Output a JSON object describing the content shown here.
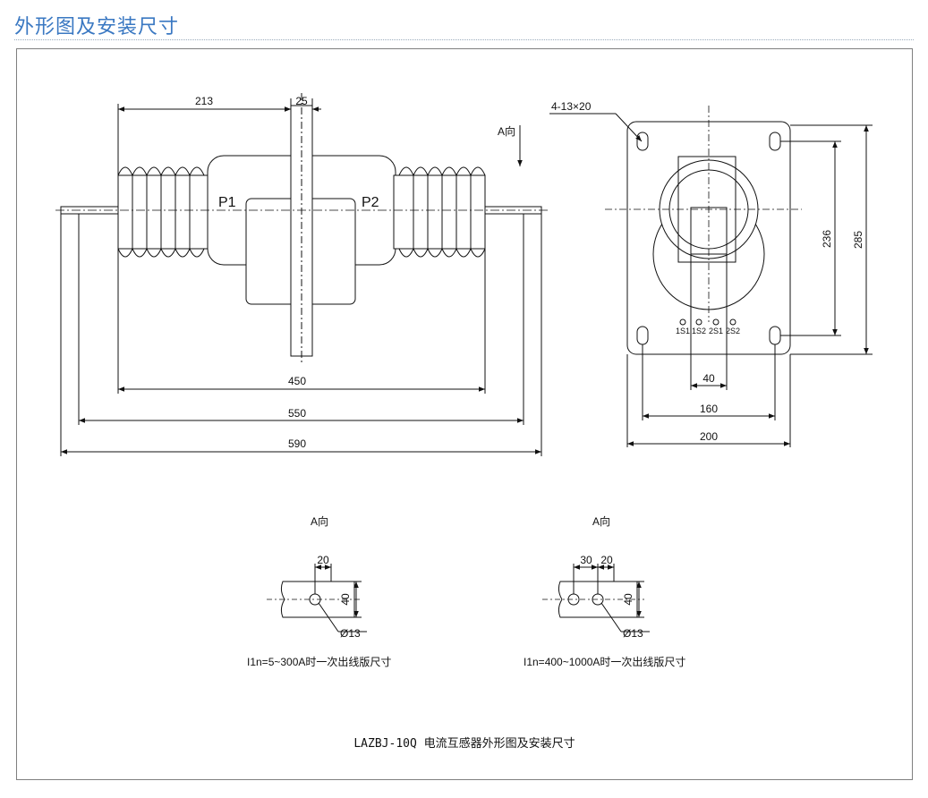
{
  "page": {
    "title": "外形图及安装尺寸"
  },
  "side_view": {
    "dim_213": "213",
    "dim_25": "25",
    "dim_450": "450",
    "dim_550": "550",
    "dim_590": "590",
    "label_p1": "P1",
    "label_p2": "P2",
    "direction_label": "A向"
  },
  "front_view": {
    "hole_spec": "4-13×20",
    "dim_236": "236",
    "dim_285": "285",
    "dim_40": "40",
    "dim_160": "160",
    "dim_200": "200",
    "terminals": [
      "1S1",
      "1S2",
      "2S1",
      "2S2"
    ]
  },
  "detail_left": {
    "heading": "A向",
    "dim_20": "20",
    "dim_40": "40",
    "hole": "Ø13",
    "caption": "I1n=5~300A时一次出线版尺寸"
  },
  "detail_right": {
    "heading": "A向",
    "dim_30": "30",
    "dim_20": "20",
    "dim_40": "40",
    "hole": "Ø13",
    "caption": "I1n=400~1000A时一次出线版尺寸"
  },
  "drawing": {
    "caption": "LAZBJ-10Q 电流互感器外形图及安装尺寸"
  }
}
